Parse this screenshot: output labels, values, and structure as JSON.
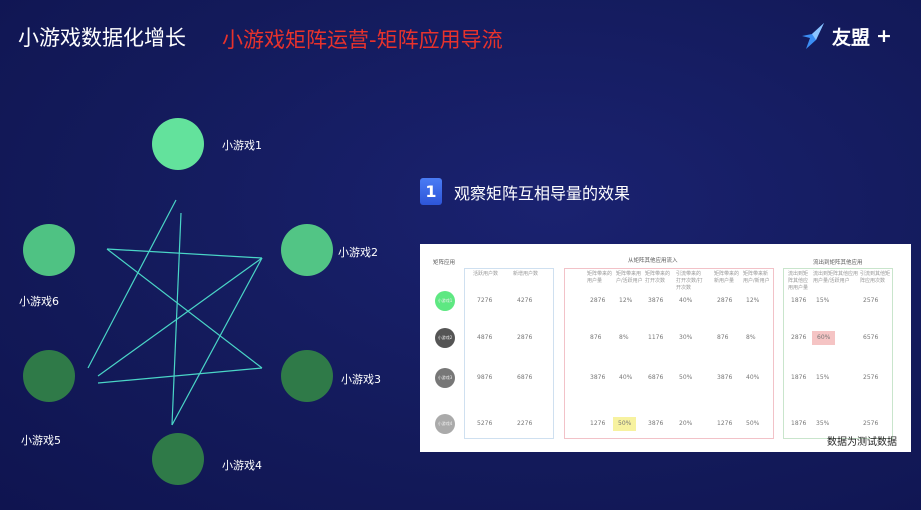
{
  "header": {
    "title": "小游戏数据化增长",
    "subtitle": "小游戏矩阵运营-矩阵应用导流",
    "logo_text": "友盟",
    "logo_plus": "+"
  },
  "diagram": {
    "nodes": [
      {
        "label": "小游戏1",
        "color": "#63e29c"
      },
      {
        "label": "小游戏2",
        "color": "#52c585"
      },
      {
        "label": "小游戏3",
        "color": "#2f7a48"
      },
      {
        "label": "小游戏4",
        "color": "#2f7a48"
      },
      {
        "label": "小游戏5",
        "color": "#2f7a48"
      },
      {
        "label": "小游戏6",
        "color": "#4fc283"
      }
    ],
    "line_color": "#4ad6c7"
  },
  "step": {
    "number": "1",
    "text": "观察矩阵互相导量的效果"
  },
  "table": {
    "app_header": "矩阵应用",
    "group_in": "从矩阵其他应用流入",
    "group_out": "流出到矩阵其他应用",
    "base_headers": [
      "活跃用户数",
      "新增用户数"
    ],
    "in_headers": [
      "矩阵带来的用户量",
      "矩阵带来用户/活跃用户",
      "矩阵带来的打开次数",
      "引流带来的打开次数/打开次数",
      "矩阵带来的新用户量",
      "矩阵带来新用户/新用户"
    ],
    "out_headers": [
      "流出到矩阵其他应用用户量",
      "流出到矩阵其他应用用户量/活跃用户",
      "引流到其他矩阵应用次数"
    ],
    "rows": [
      {
        "app": "小游戏1",
        "color": "#5ee882",
        "base": [
          "7276",
          "4276"
        ],
        "in": [
          "2876",
          "12%",
          "3876",
          "40%",
          "2876",
          "12%"
        ],
        "out": [
          "1876",
          "15%",
          "2576"
        ]
      },
      {
        "app": "小游戏2",
        "color": "#555555",
        "base": [
          "4876",
          "2876"
        ],
        "in": [
          "876",
          "8%",
          "1176",
          "30%",
          "876",
          "8%"
        ],
        "out": [
          "2876",
          "60%",
          "6576"
        ]
      },
      {
        "app": "小游戏3",
        "color": "#777777",
        "base": [
          "9876",
          "6876"
        ],
        "in": [
          "3876",
          "40%",
          "6876",
          "50%",
          "3876",
          "40%"
        ],
        "out": [
          "1876",
          "15%",
          "2576"
        ]
      },
      {
        "app": "小游戏4",
        "color": "#aaaaaa",
        "base": [
          "5276",
          "2276"
        ],
        "in": [
          "1276",
          "50%",
          "3876",
          "20%",
          "1276",
          "50%"
        ],
        "out": [
          "1876",
          "35%",
          "2576"
        ]
      }
    ],
    "highlight_yellow": "#f7f2a0",
    "highlight_red": "#f5c4c4",
    "note": "数据为测试数据"
  }
}
